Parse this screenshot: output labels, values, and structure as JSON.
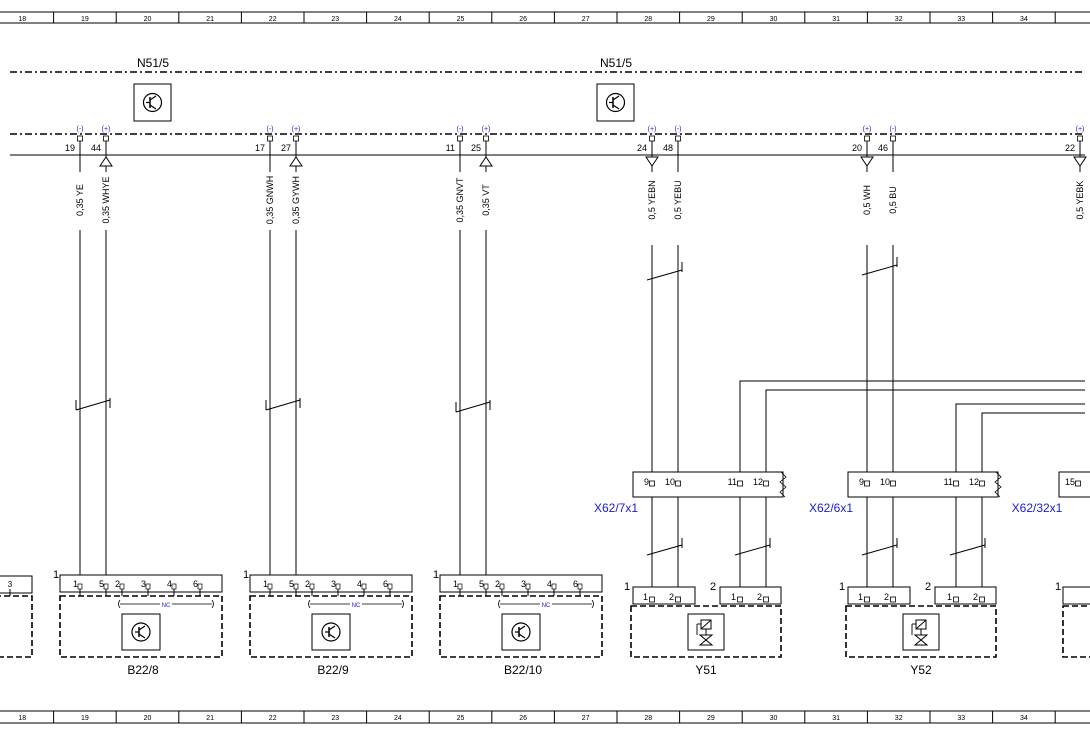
{
  "column_numbers": [
    "18",
    "19",
    "20",
    "21",
    "22",
    "23",
    "24",
    "25",
    "26",
    "27",
    "28",
    "29",
    "30",
    "31",
    "32",
    "33",
    "34"
  ],
  "module_labels": [
    "N51/5",
    "N51/5"
  ],
  "pin_markers": [
    {
      "sign": "(-)",
      "pin": "19",
      "wire": "0,35 YE"
    },
    {
      "sign": "(+)",
      "pin": "44",
      "wire": "0,35 WHYE"
    },
    {
      "sign": "(-)",
      "pin": "17",
      "wire": "0,35 GNWH"
    },
    {
      "sign": "(+)",
      "pin": "27",
      "wire": "0,35 GYWH"
    },
    {
      "sign": "(-)",
      "pin": "11",
      "wire": "0,35 GNVT"
    },
    {
      "sign": "(+)",
      "pin": "25",
      "wire": "0,35 VT"
    },
    {
      "sign": "(+)",
      "pin": "24",
      "wire": "0,5 YEBN"
    },
    {
      "sign": "(-)",
      "pin": "48",
      "wire": "0,5 YEBU"
    },
    {
      "sign": "(+)",
      "pin": "20",
      "wire": "0,5 WH"
    },
    {
      "sign": "(-)",
      "pin": "46",
      "wire": "0,5 BU"
    },
    {
      "sign": "(+)",
      "pin": "22",
      "wire": "0,5 YEBK"
    }
  ],
  "connectors": [
    {
      "name": "X62/7x1",
      "pins": [
        "9",
        "10",
        "11",
        "12"
      ]
    },
    {
      "name": "X62/6x1",
      "pins": [
        "9",
        "10",
        "11",
        "12"
      ]
    },
    {
      "name": "X62/32x1",
      "pins": [
        "15"
      ]
    }
  ],
  "sensors": [
    {
      "name": "B22/8",
      "plug": "1",
      "pins": [
        "1",
        "5",
        "2",
        "3",
        "4",
        "6"
      ],
      "nc": "NC"
    },
    {
      "name": "B22/9",
      "plug": "1",
      "pins": [
        "1",
        "5",
        "2",
        "3",
        "4",
        "6"
      ],
      "nc": "NC"
    },
    {
      "name": "B22/10",
      "plug": "1",
      "pins": [
        "1",
        "5",
        "2",
        "3",
        "4",
        "6"
      ],
      "nc": "NC"
    }
  ],
  "partial_left": {
    "pin": "3"
  },
  "valves": [
    {
      "name": "Y51",
      "plug1": "1",
      "plug2": "2",
      "pins1": [
        "1",
        "2"
      ],
      "pins2": [
        "1",
        "2"
      ]
    },
    {
      "name": "Y52",
      "plug1": "1",
      "plug2": "2",
      "pins1": [
        "1",
        "2"
      ],
      "pins2": [
        "1",
        "2"
      ]
    }
  ],
  "partial_right": {
    "plug": "1"
  }
}
